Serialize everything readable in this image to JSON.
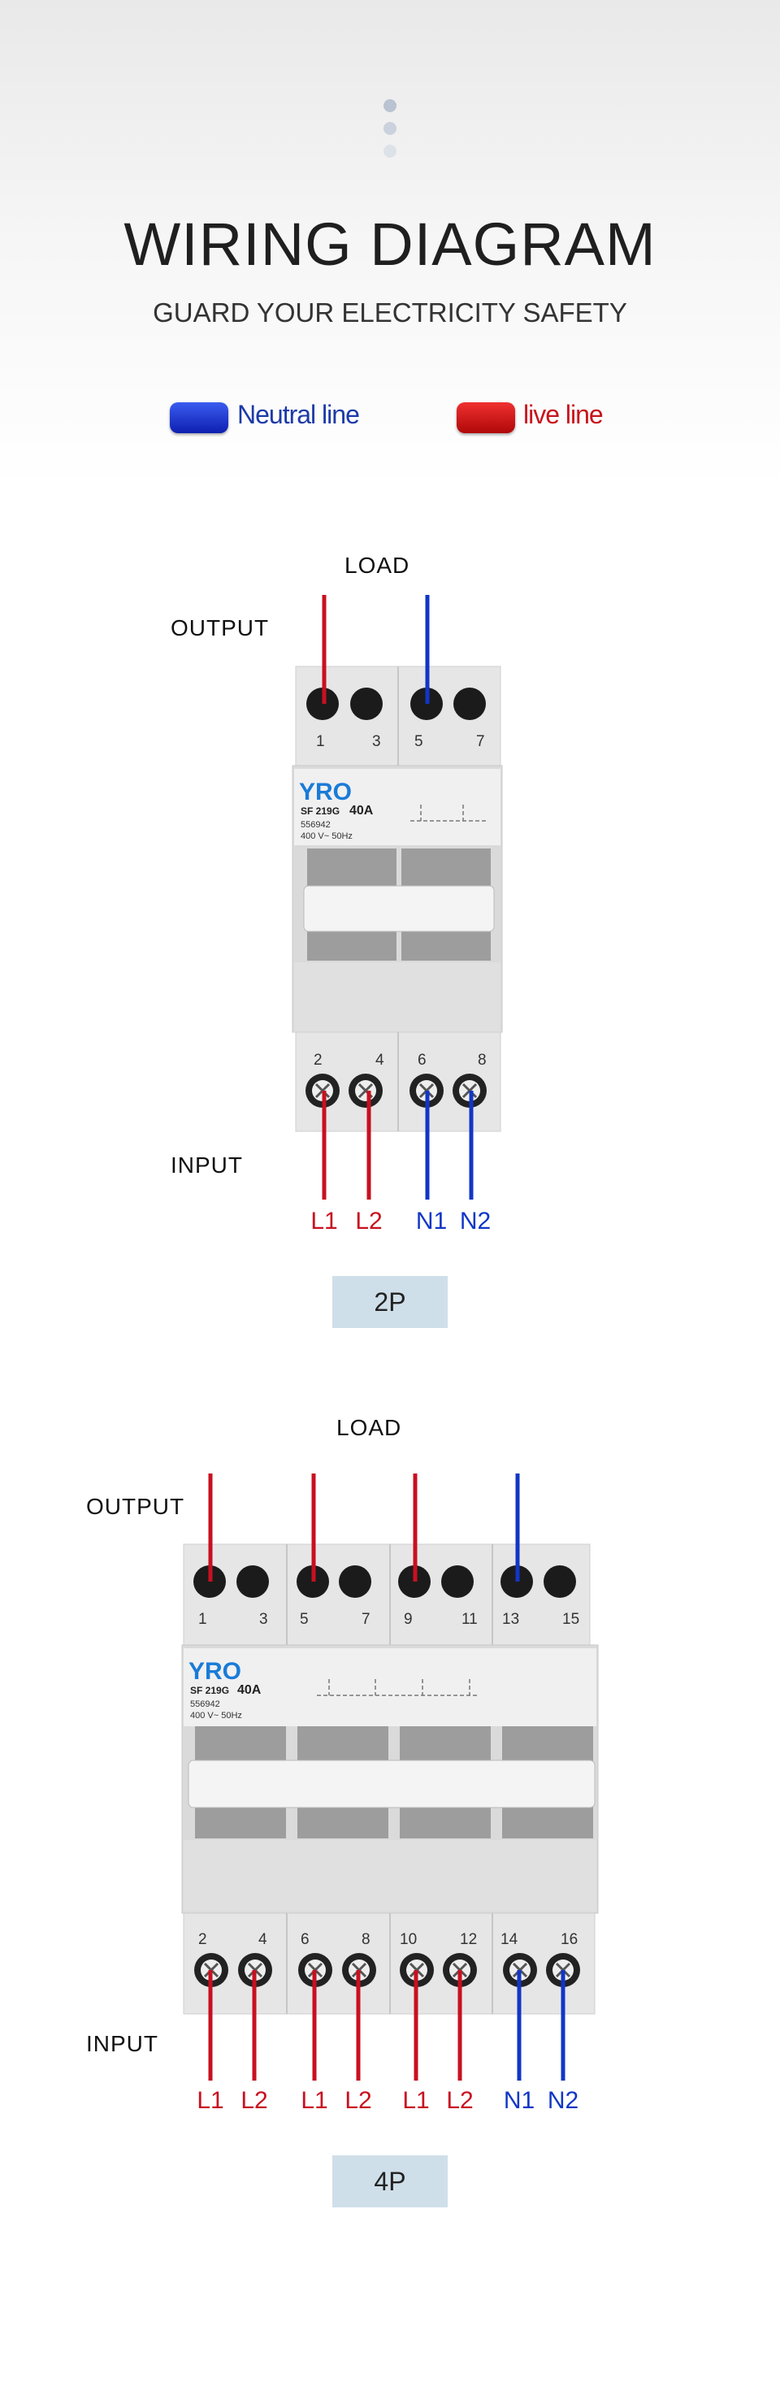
{
  "header": {
    "title": "WIRING DIAGRAM",
    "subtitle": "GUARD YOUR ELECTRICITY SAFETY",
    "dot_colors": [
      "#b9c3d1",
      "#cbd2dd",
      "#dde2e9"
    ]
  },
  "legend": {
    "neutral": {
      "label": "Neutral line",
      "color": "#1535c8",
      "text_color": "#1c3aa8"
    },
    "live": {
      "label": "live line",
      "color": "#d40d0d",
      "text_color": "#c8141c"
    }
  },
  "colors": {
    "neutral_wire": "#1136c6",
    "live_wire": "#c81020",
    "badge_bg": "#cfdfe9"
  },
  "diagram_2p": {
    "load_label": "LOAD",
    "output_label": "OUTPUT",
    "input_label": "INPUT",
    "top_terminals": [
      "1",
      "3",
      "5",
      "7"
    ],
    "bottom_terminals": [
      "2",
      "4",
      "6",
      "8"
    ],
    "brand": "YRO",
    "model": "SF 219G",
    "rating": "40A",
    "code": "556942",
    "voltage": "400 V~ 50Hz",
    "inputs": [
      "L1",
      "L2",
      "N1",
      "N2"
    ],
    "badge": "2P"
  },
  "diagram_4p": {
    "load_label": "LOAD",
    "output_label": "OUTPUT",
    "input_label": "INPUT",
    "top_terminals": [
      "1",
      "3",
      "5",
      "7",
      "9",
      "11",
      "13",
      "15"
    ],
    "bottom_terminals": [
      "2",
      "4",
      "6",
      "8",
      "10",
      "12",
      "14",
      "16"
    ],
    "brand": "YRO",
    "model": "SF 219G",
    "rating": "40A",
    "code": "556942",
    "voltage": "400 V~ 50Hz",
    "inputs": [
      "L1",
      "L2",
      "L1",
      "L2",
      "L1",
      "L2",
      "N1",
      "N2"
    ],
    "badge": "4P"
  }
}
